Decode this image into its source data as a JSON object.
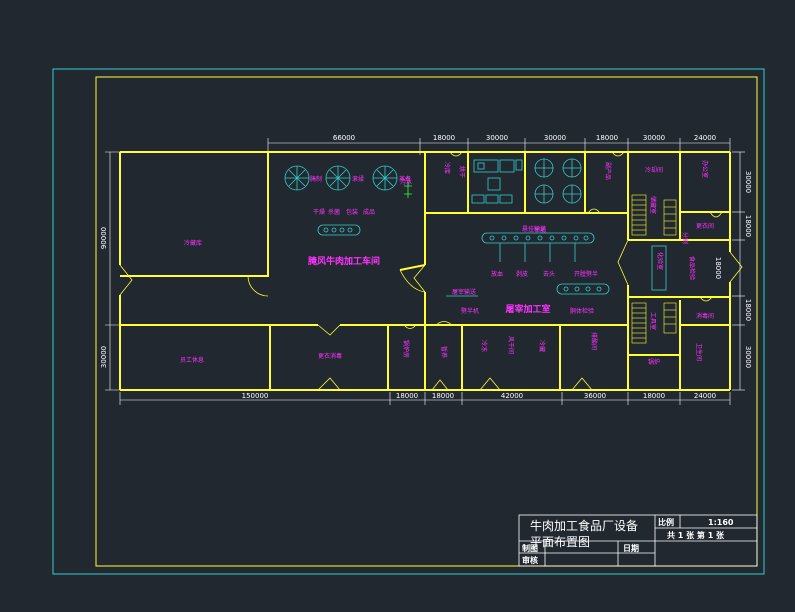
{
  "title_block": {
    "title_line1": "牛肉加工食品厂设备",
    "title_line2": "平面布置图",
    "scale_label": "比例",
    "scale_value": "1:160",
    "sheet_info": "共 1 张  第 1 张",
    "drawn_label": "制图",
    "date_label": "日期",
    "checked_label": "审核"
  },
  "dimensions": {
    "top": [
      "66000",
      "18000",
      "30000",
      "30000",
      "18000",
      "30000",
      "24000"
    ],
    "bottom": [
      "150000",
      "18000",
      "18000",
      "42000",
      "36000",
      "18000",
      "24000"
    ],
    "left": [
      "90000",
      "30000"
    ],
    "right": [
      "30000",
      "18000",
      "18000",
      "18000",
      "30000"
    ]
  },
  "rooms": {
    "big_room": "冷藏库",
    "main_hall": "腌风牛肉加工车间",
    "slaughter_hall": "屠宰加工室",
    "staff_rest": "员工休息",
    "changing_room": "更衣消毒",
    "boiler_room": "锅炉房",
    "room_a": "冷库",
    "room_b": "副产品",
    "room_c": "冷却间",
    "room_d": "暂养",
    "room_e": "冷冻",
    "room_f": "风干间",
    "room_g": "储藏室",
    "room_h": "工具室",
    "room_i": "化验室",
    "room_j": "排酸间",
    "room_k": "食品检验",
    "room_l": "办公室",
    "room_m": "更衣间",
    "room_n": "卫生间",
    "room_o": "消毒间",
    "room_p": "锅炉",
    "room_q": "污水",
    "room_r": "宰前",
    "room_s": "冷藏"
  },
  "labels": {
    "equipment_row": [
      "干燥",
      "杀菌",
      "包装",
      "成品"
    ],
    "tank_labels": [
      "腌制",
      "滚揉",
      "蒸煮",
      "烘干"
    ],
    "rail_label": "悬挂输送",
    "slaughter_stations": [
      "放血",
      "剥皮",
      "去头",
      "开膛劈半",
      "分割"
    ],
    "small_labels": [
      "屠宰输送",
      "劈半机",
      "胴体检验"
    ]
  },
  "colors": {
    "background": "#212830",
    "frame_outer": "#33cccc",
    "frame_inner": "#ffff33",
    "walls": "#ffff33",
    "text_label": "#ff33ff",
    "equipment": "#33cccc",
    "door_green": "#33ff33"
  }
}
